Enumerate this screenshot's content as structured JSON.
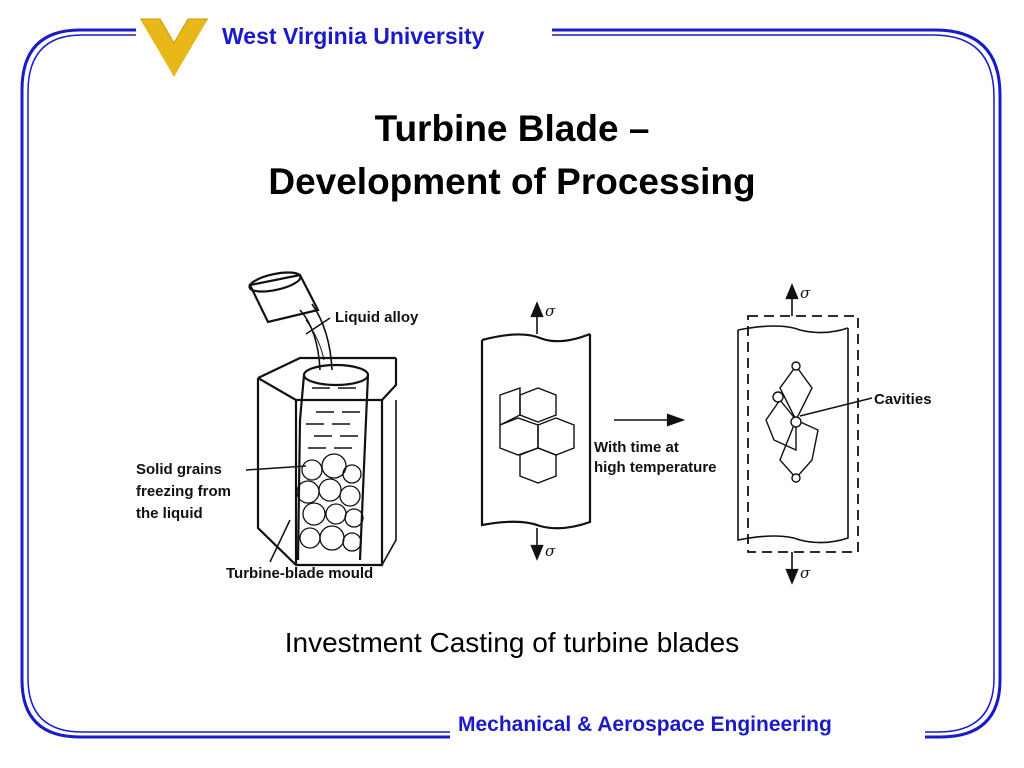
{
  "header": {
    "university": "West Virginia University"
  },
  "title": {
    "line1": "Turbine Blade –",
    "line2": "Development of Processing"
  },
  "figure": {
    "liquid_alloy": "Liquid alloy",
    "solid_grains_1": "Solid grains",
    "solid_grains_2": "freezing from",
    "solid_grains_3": "the liquid",
    "mould": "Turbine-blade mould",
    "with_time_1": "With time at",
    "with_time_2": "high temperature",
    "cavities": "Cavities",
    "sigma": "σ"
  },
  "caption": "Investment Casting of turbine blades",
  "footer": {
    "department": "Mechanical & Aerospace Engineering"
  },
  "colors": {
    "border": "#1a1ac8",
    "logo_gold": "#e8b818"
  }
}
